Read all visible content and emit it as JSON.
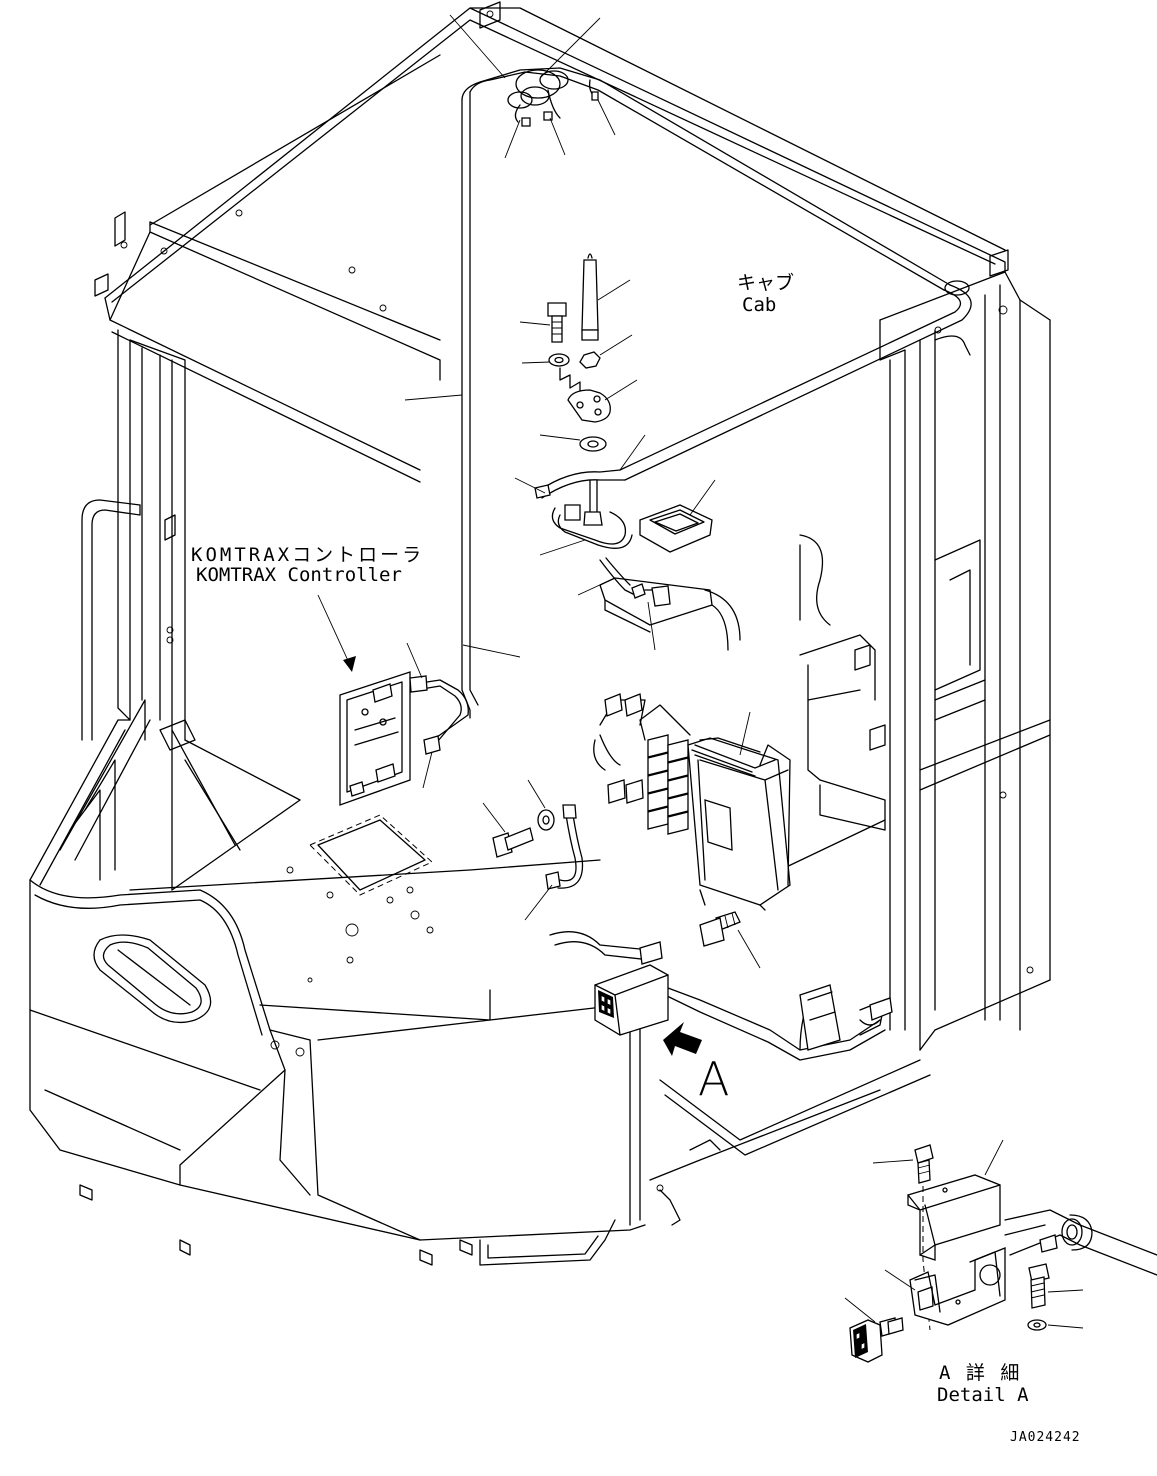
{
  "labels": {
    "cab_jp": "キャブ",
    "cab_en": "Cab",
    "controller_jp": "KOMTRAXコントローラ",
    "controller_en": "KOMTRAX Controller",
    "view_letter": "A",
    "detail_jp": "A 詳 細",
    "detail_en": "Detail A",
    "drawing_number": "JA024242"
  },
  "icons": {
    "view_arrow": "arrow-icon"
  }
}
